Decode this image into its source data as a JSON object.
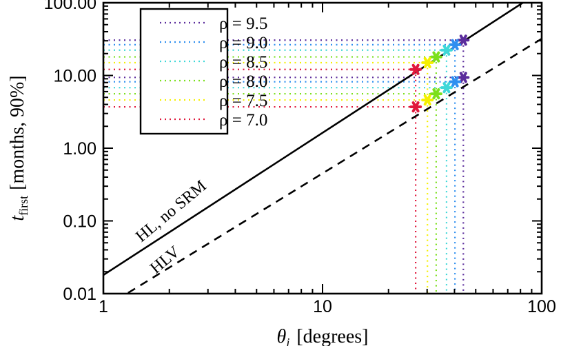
{
  "chart_data": {
    "type": "line",
    "title": "",
    "xlabel": "θ_j [degrees]",
    "ylabel": "t_first [months, 90%]",
    "xscale": "log",
    "yscale": "log",
    "xlim": [
      1,
      100
    ],
    "ylim": [
      0.01,
      100
    ],
    "grid": false,
    "legend_position": "upper left",
    "x_tick_labels": [
      "1",
      "10",
      "100"
    ],
    "y_tick_labels": [
      "0.01",
      "0.10",
      "1.00",
      "10.00",
      "100.00"
    ],
    "lines": [
      {
        "name": "HL, no SRM",
        "style": "solid",
        "color": "#000000",
        "x": [
          1,
          82
        ],
        "y": [
          0.018,
          100
        ]
      },
      {
        "name": "HLV",
        "style": "dashed",
        "color": "#000000",
        "x": [
          1.28,
          100
        ],
        "y": [
          0.01,
          32
        ]
      }
    ],
    "series": [
      {
        "name": "ρ = 9.5",
        "color": "#5b2c9c",
        "theta": 43.9,
        "t_HL_noSRM": 30.6,
        "t_HLV": 9.4
      },
      {
        "name": "ρ = 9.0",
        "color": "#2f8ff0",
        "theta": 40.2,
        "t_HL_noSRM": 26.5,
        "t_HLV": 8.2
      },
      {
        "name": "ρ = 8.5",
        "color": "#3fd8d8",
        "theta": 36.8,
        "t_HL_noSRM": 22.3,
        "t_HLV": 6.8
      },
      {
        "name": "ρ = 8.0",
        "color": "#7be01c",
        "theta": 33.0,
        "t_HL_noSRM": 18.0,
        "t_HLV": 5.6
      },
      {
        "name": "ρ = 7.5",
        "color": "#f5f000",
        "theta": 30.1,
        "t_HL_noSRM": 15.0,
        "t_HLV": 4.6
      },
      {
        "name": "ρ = 7.0",
        "color": "#e0183c",
        "theta": 26.6,
        "t_HL_noSRM": 12.1,
        "t_HLV": 3.7
      }
    ],
    "annotations": [
      "HL, no SRM",
      "HLV"
    ]
  },
  "labels": {
    "xlabel_symbol": "θ",
    "xlabel_sub": "j",
    "xlabel_unit": "[degrees]",
    "ylabel_symbol": "t",
    "ylabel_sub": "first",
    "ylabel_unit": "[months, 90%]",
    "annot_solid": "HL, no SRM",
    "annot_dashed": "HLV"
  }
}
